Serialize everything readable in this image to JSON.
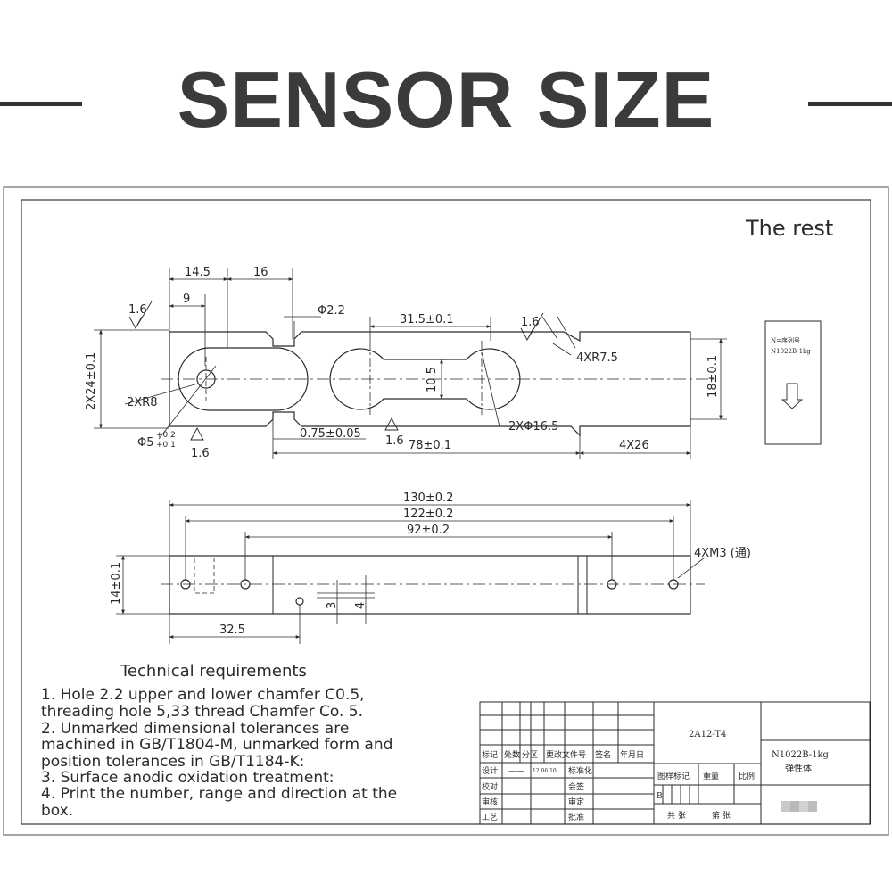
{
  "header": {
    "title": "SENSOR SIZE"
  },
  "rest_label": "The rest",
  "top_view": {
    "dims": {
      "d14_5": "14.5",
      "d16": "16",
      "d9": "9",
      "phi2_2": "Φ2.2",
      "d31_5": "31.5±0.1",
      "rough1": "1.6",
      "rough2": "1.6",
      "rough3": "1.6",
      "rough4": "1.6",
      "r7_5": "4XR7.5",
      "d2x24": "2X24±0.1",
      "d10_5": "10.5",
      "d18": "18±0.1",
      "r8": "2XR8",
      "phi16_5": "2XΦ16.5",
      "d0_75": "0.75±0.05",
      "d78": "78±0.1",
      "d4x26": "4X26",
      "phi5": "Φ5",
      "tol_plus": "+0.2",
      "tol_minus": "+0.1"
    }
  },
  "side_view": {
    "dims": {
      "d130": "130±0.2",
      "d122": "122±0.2",
      "d92": "92±0.2",
      "m3": "4XM3 (通)",
      "d14": "14±0.1",
      "d3": "3",
      "d4": "4",
      "d32_5": "32.5"
    }
  },
  "label_box": {
    "line1": "N=序列号",
    "line2": "N1022B-1kg"
  },
  "technical": {
    "title": "Technical requirements",
    "lines": [
      "1.  Hole 2.2 upper and lower chamfer C0.5,",
      "threading hole 5,33 thread Chamfer Co. 5.",
      "2.  Unmarked dimensional tolerances are",
      "machined in GB/T1804-M, unmarked form and",
      "position tolerances in GB/T1184-K:",
      "3.  Surface anodic oxidation treatment:",
      "4. Print the number, range and direction at the",
      "box."
    ]
  },
  "title_block": {
    "material": "2A12-T4",
    "part_no": "N1022B-1kg",
    "part_name": "弹性体",
    "rev_headers": [
      "标记",
      "处数",
      "分区",
      "更改文件号",
      "签名",
      "年月日"
    ],
    "rows": [
      [
        "设计",
        "——",
        "12.06.10",
        "标准化"
      ],
      [
        "校对",
        "",
        "",
        "会签"
      ],
      [
        "审核",
        "",
        "",
        "审定"
      ],
      [
        "工艺",
        "",
        "",
        "批准"
      ]
    ],
    "stage_headers": [
      "图样标记",
      "重量",
      "比例"
    ],
    "stage_value": "B",
    "sheet_total": "共  张",
    "sheet_no": "第  张"
  }
}
